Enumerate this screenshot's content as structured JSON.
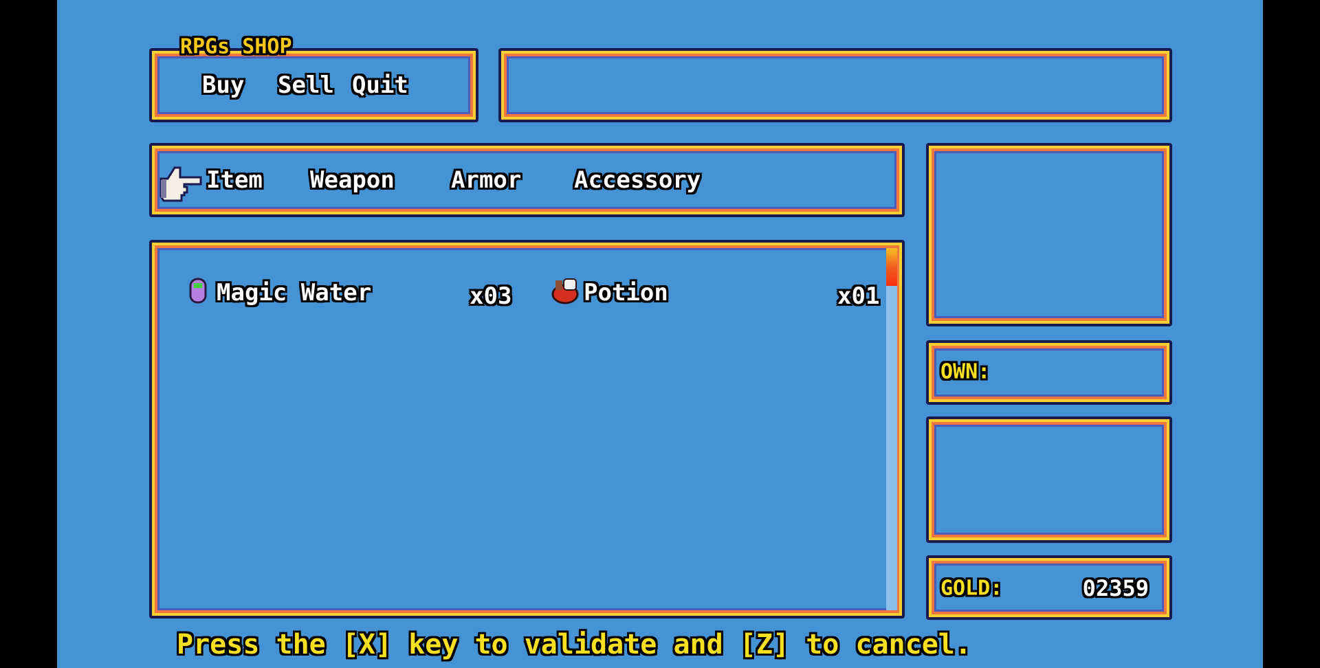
{
  "shop": {
    "title": "RPGs SHOP",
    "commands": [
      "Buy",
      "Sell",
      "Quit"
    ]
  },
  "categories": [
    "Item",
    "Weapon",
    "Armor",
    "Accessory"
  ],
  "inventory": [
    {
      "name": "Magic Water",
      "qty": "x03",
      "icon": "magic-water-icon"
    },
    {
      "name": "Potion",
      "qty": "x01",
      "icon": "potion-icon"
    }
  ],
  "status": {
    "own_label": "OWN:",
    "gold_label": "GOLD:",
    "gold_value": "02359"
  },
  "footer": "Press the [X] key to validate and [Z] to cancel.",
  "scroll": {
    "thumb_fraction": 0.1
  },
  "colors": {
    "background": "#4593d5",
    "border_outer": "#1a1a4e",
    "border_yellow": "#f8d030",
    "border_orange": "#f07840",
    "text_yellow": "#f8e020"
  }
}
